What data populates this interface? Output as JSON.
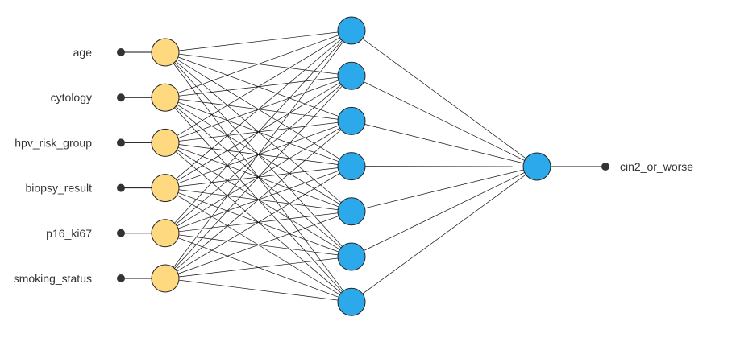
{
  "network": {
    "inputs": [
      "age",
      "cytology",
      "hpv_risk_group",
      "biopsy_result",
      "p16_ki67",
      "smoking_status"
    ],
    "hidden_count": 7,
    "output": "cin2_or_worse",
    "colors": {
      "input_node": "#fed980",
      "hidden_node": "#2ca9ea",
      "output_node": "#2ca9ea",
      "edge": "#111111",
      "terminal_dot": "#333333"
    }
  }
}
